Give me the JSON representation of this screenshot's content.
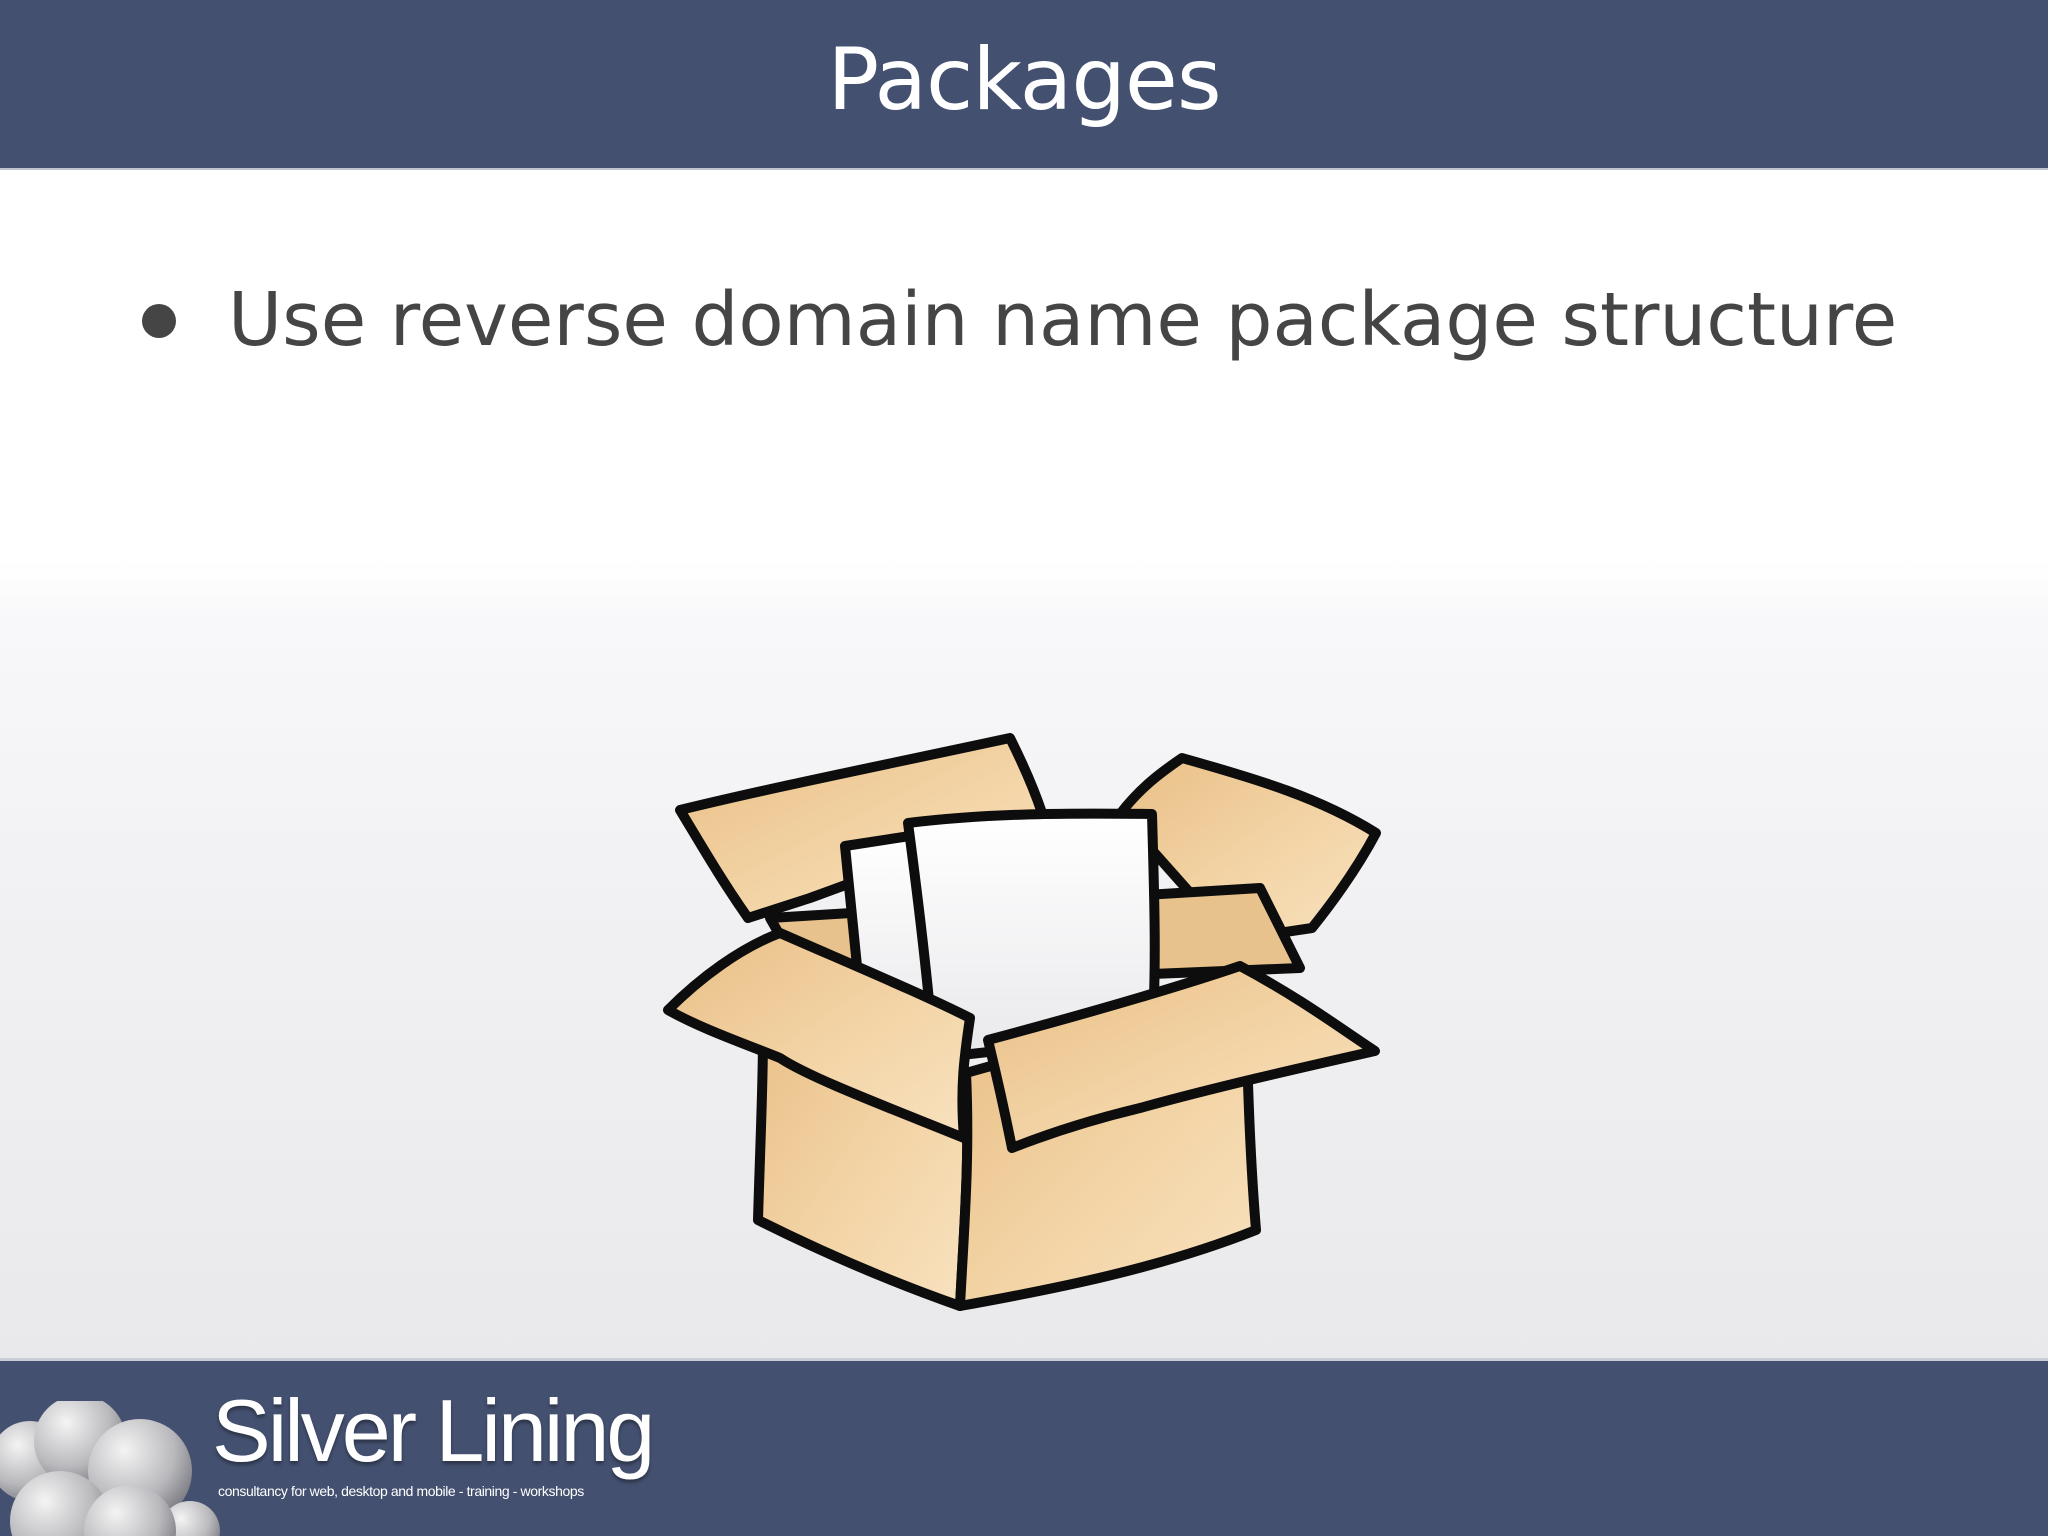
{
  "slide": {
    "title": "Packages",
    "bullets": [
      {
        "text": "Use reverse domain name package structure"
      }
    ]
  },
  "illustration": {
    "icon": "open-box-with-papers-icon"
  },
  "footer": {
    "brand_name": "Silver Lining",
    "tagline": "consultancy for web, desktop and mobile - training - workshops",
    "logo_icon": "cloud-icon"
  },
  "colors": {
    "bar": "#43506f",
    "text": "#454545",
    "cardboard": "#f1cf9d"
  }
}
